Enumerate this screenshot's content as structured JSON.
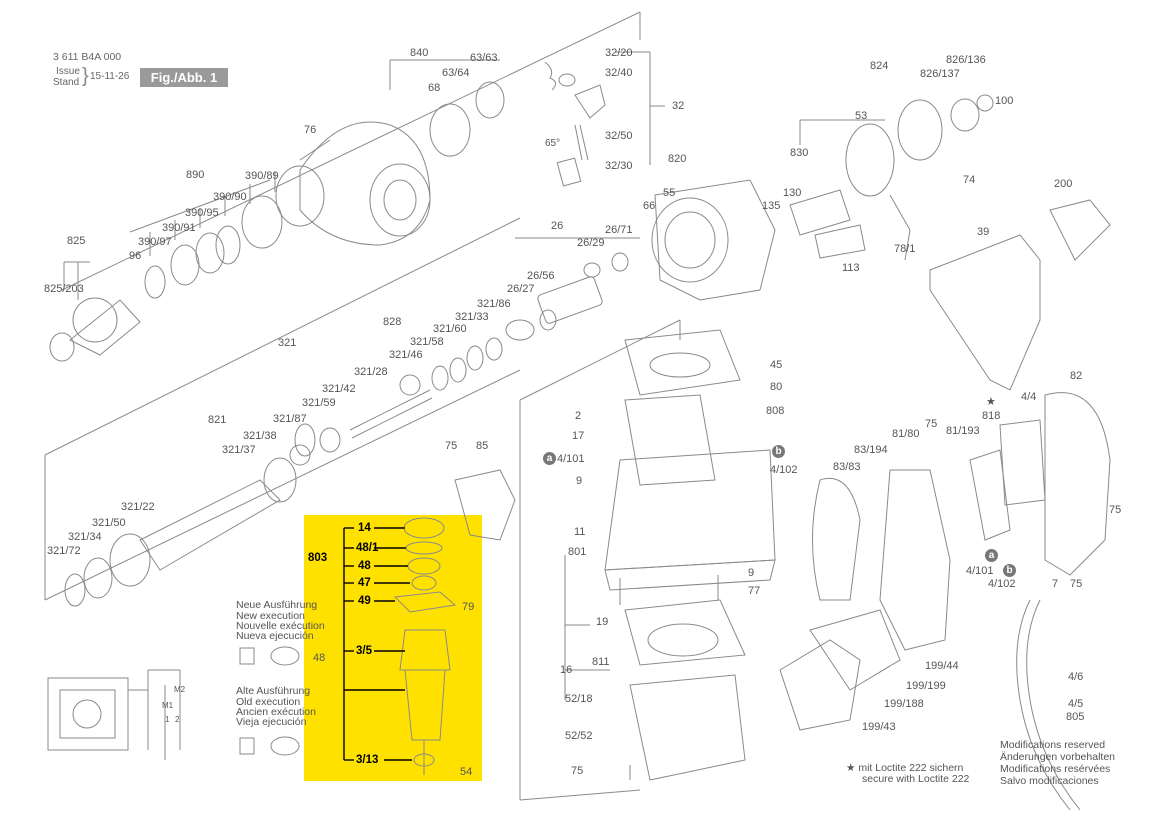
{
  "header": {
    "doc_number": "3 611 B4A 000",
    "issue_label": "Issue",
    "stand_label": "Stand",
    "date": "15-11-26",
    "figure_label": "Fig./Abb. 1"
  },
  "callouts": {
    "p840": "840",
    "p63_63": "63/63",
    "p63_64": "63/64",
    "p68": "68",
    "p76": "76",
    "p890": "890",
    "p390_89": "390/89",
    "p390_90": "390/90",
    "p390_95": "390/95",
    "p390_91": "390/91",
    "p390_97": "390/97",
    "p96": "96",
    "p825": "825",
    "p825_203": "825/203",
    "p32_20": "32/20",
    "p32_40": "32/40",
    "p32": "32",
    "p32_50": "32/50",
    "p32_30": "32/30",
    "p65deg": "65°",
    "p820": "820",
    "p55": "55",
    "p66": "66",
    "p824": "824",
    "p826_136": "826/136",
    "p826_137": "826/137",
    "p100": "100",
    "p53": "53",
    "p830": "830",
    "p130": "130",
    "p135": "135",
    "p74": "74",
    "p113": "113",
    "p78_1": "78/1",
    "p200": "200",
    "p39": "39",
    "p26": "26",
    "p26_71": "26/71",
    "p26_29": "26/29",
    "p26_56": "26/56",
    "p26_27": "26/27",
    "p321_86": "321/86",
    "p321_33": "321/33",
    "p828": "828",
    "p321_60": "321/60",
    "p321_58": "321/58",
    "p321_46": "321/46",
    "p321": "321",
    "p321_28": "321/28",
    "p321_42": "321/42",
    "p321_59": "321/59",
    "p821": "821",
    "p321_87": "321/87",
    "p321_38": "321/38",
    "p321_37": "321/37",
    "p321_22": "321/22",
    "p321_50": "321/50",
    "p321_34": "321/34",
    "p321_72": "321/72",
    "p45": "45",
    "p80": "80",
    "p2": "2",
    "p808": "808",
    "p17": "17",
    "p4_101": "4/101",
    "p4_102": "4/102",
    "p9a": "9",
    "p11": "11",
    "p801": "801",
    "p9b": "9",
    "p77": "77",
    "p19": "19",
    "p16": "16",
    "p811": "811",
    "p52_18": "52/18",
    "p52_52": "52/52",
    "p75a": "75",
    "p75b": "75",
    "p85": "85",
    "p79": "79",
    "p54": "54",
    "p14": "14",
    "p48_1": "48/1",
    "p803": "803",
    "p48a": "48",
    "p47": "47",
    "p49": "49",
    "p3_5": "3/5",
    "p3_13": "3/13",
    "p48b": "48",
    "p818": "818",
    "p4_4": "4/4",
    "p82": "82",
    "p75c": "75",
    "p81_80": "81/80",
    "p81_193": "81/193",
    "p83_194": "83/194",
    "p83_83": "83/83",
    "p4_101b": "4/101",
    "p4_102b": "4/102",
    "p7": "7",
    "p75d": "75",
    "p75e": "75",
    "p199_44": "199/44",
    "p199_199": "199/199",
    "p199_188": "199/188",
    "p199_43": "199/43",
    "p4_6": "4/6",
    "p4_5": "4/5",
    "p805": "805",
    "star": "★",
    "circ_a": "a",
    "circ_b": "b",
    "circ_a2": "a",
    "circ_b2": "b"
  },
  "versions": {
    "new_execution": [
      "Neue Ausführung",
      "New execution",
      "Nouvelle exécution",
      "Nueva ejecución"
    ],
    "old_execution": [
      "Alte Ausführung",
      "Old execution",
      "Ancien exécution",
      "Vieja ejecución"
    ]
  },
  "loctite": {
    "line1": "mit Loctite 222 sichern",
    "line2": "secure with Loctite 222"
  },
  "modifications": [
    "Modifications reserved",
    "Änderungen vorbehalten",
    "Modifications resérvées",
    "Salvo modificaciones"
  ],
  "schematic": {
    "m2": "M2",
    "m1": "M1",
    "pin1": "1",
    "pin2": "2"
  },
  "colors": {
    "highlight": "#ffe100",
    "line": "#8a8a8a",
    "text": "#555555"
  }
}
